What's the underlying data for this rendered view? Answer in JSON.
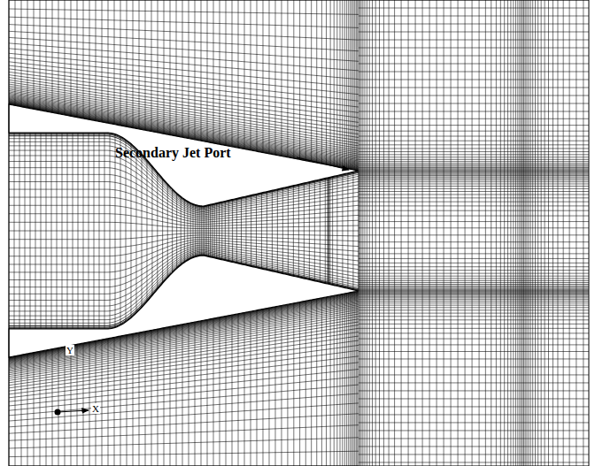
{
  "diagram": {
    "labels": [
      "Secondary Jet Port",
      "Y",
      "X"
    ]
  }
}
